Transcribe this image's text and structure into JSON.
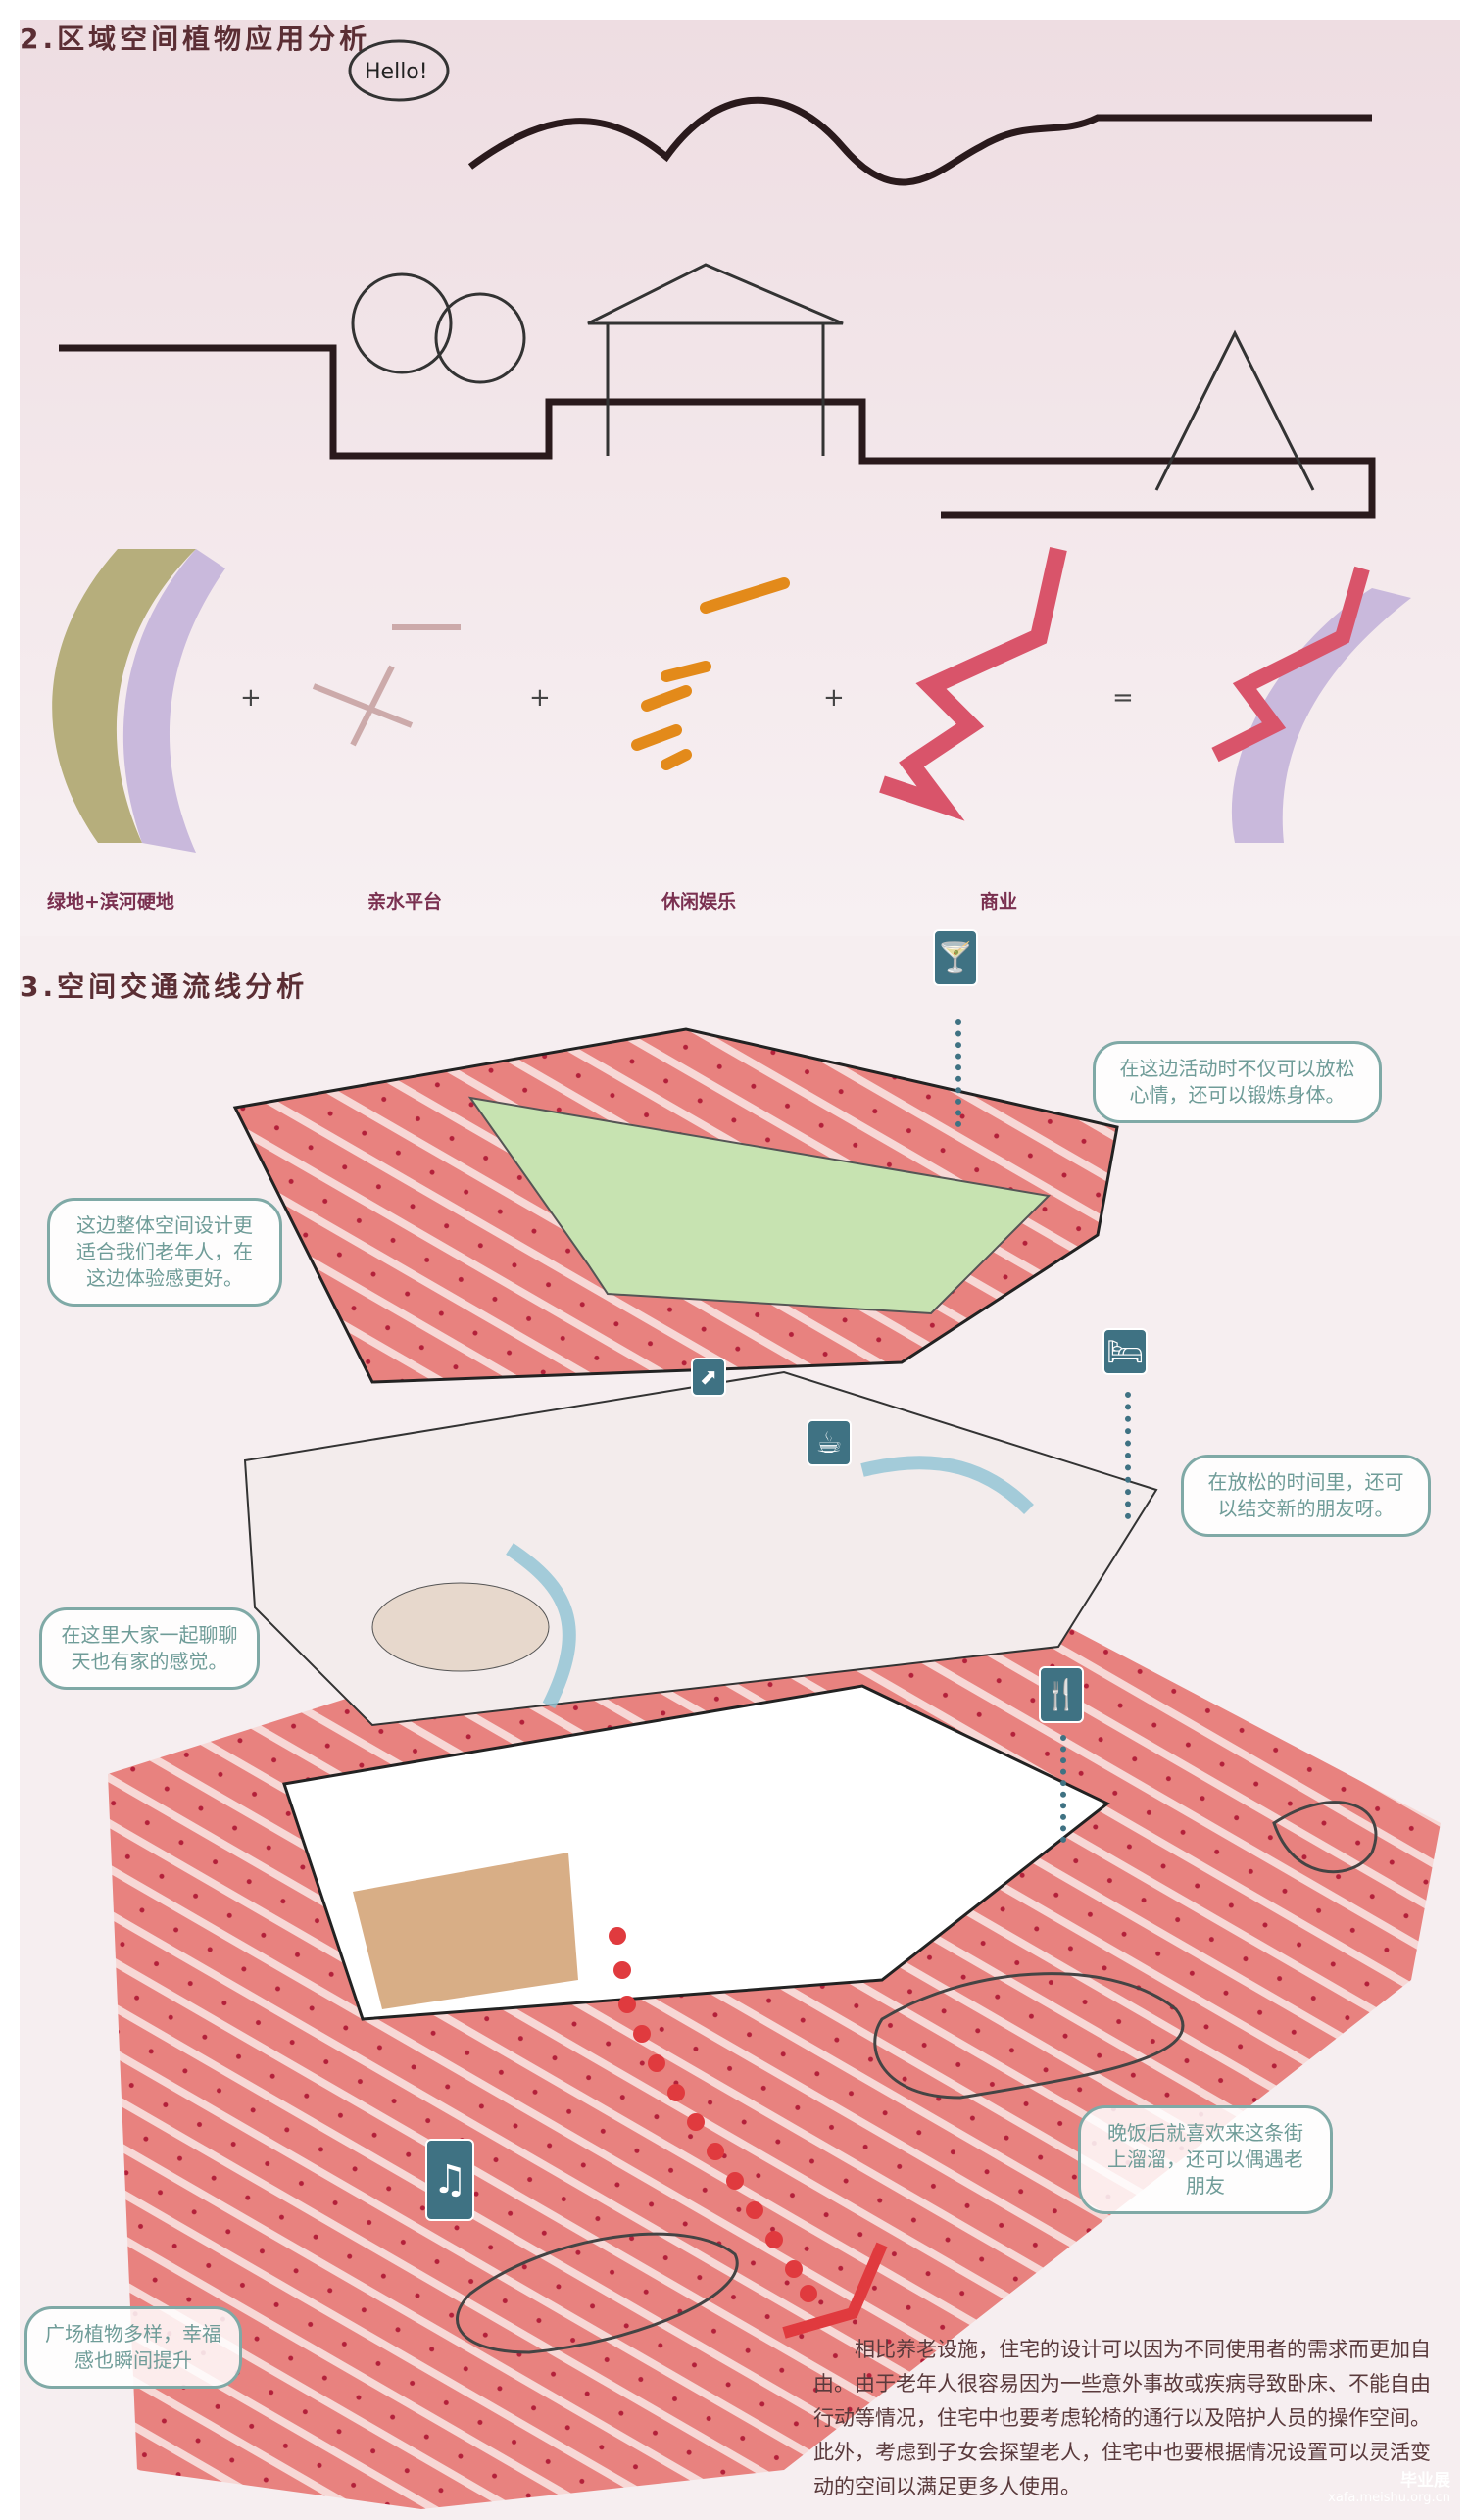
{
  "section2": {
    "title": "2.区域空间植物应用分析",
    "hello": "Hello!",
    "labels": [
      "绿地+滨河硬地",
      "亲水平台",
      "休闲娱乐",
      "商业"
    ],
    "operators": [
      "+",
      "+",
      "+",
      "="
    ]
  },
  "section3": {
    "title": "3.空间交通流线分析",
    "bubbles": [
      "在这边活动时不仅可以放松心情，还可以锻炼身体。",
      "这边整体空间设计更适合我们老年人，在这边体验感更好。",
      "在放松的时间里，还可以结交新的朋友呀。",
      "在这里大家一起聊聊天也有家的感觉。",
      "晚饭后就喜欢来这条街上溜溜，还可以偶遇老朋友",
      "广场植物多样，幸福感也瞬间提升"
    ],
    "icons": {
      "drink": "🍸",
      "bed": "🛏",
      "coffee": "☕",
      "stairs": "⬈",
      "dining": "🍴",
      "music": "♫"
    }
  },
  "paragraph": "相比养老设施，住宅的设计可以因为不同使用者的需求而更加自由。由于老年人很容易因为一些意外事故或疾病导致卧床、不能自由行动等情况，住宅中也要考虑轮椅的通行以及陪护人员的操作空间。此外，考虑到子女会探望老人，住宅中也要根据情况设置可以灵活变动的空间以满足更多人使用。",
  "watermark": {
    "brand": "毕业展",
    "url": "xafa.meishu.org.cn"
  },
  "colors": {
    "accent": "#3f7283",
    "route": "#e03a3e",
    "plaza": "#e8827f"
  }
}
